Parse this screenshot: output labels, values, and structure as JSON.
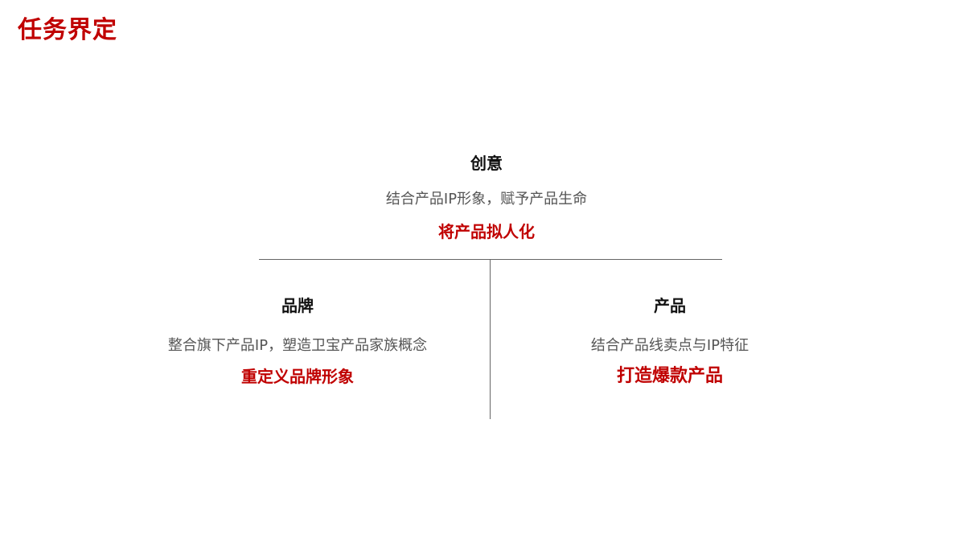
{
  "slide": {
    "title": "任务界定"
  },
  "colors": {
    "accent": "#c00000",
    "heading": "#111111",
    "body_text": "#555555",
    "divider": "#666666"
  },
  "sections": {
    "creative": {
      "heading": "创意",
      "description": "结合产品IP形象，赋予产品生命",
      "highlight": "将产品拟人化"
    },
    "brand": {
      "heading": "品牌",
      "description": "整合旗下产品IP，塑造卫宝产品家族概念",
      "highlight": "重定义品牌形象"
    },
    "product": {
      "heading": "产品",
      "description": "结合产品线卖点与IP特征",
      "highlight": "打造爆款产品"
    }
  }
}
